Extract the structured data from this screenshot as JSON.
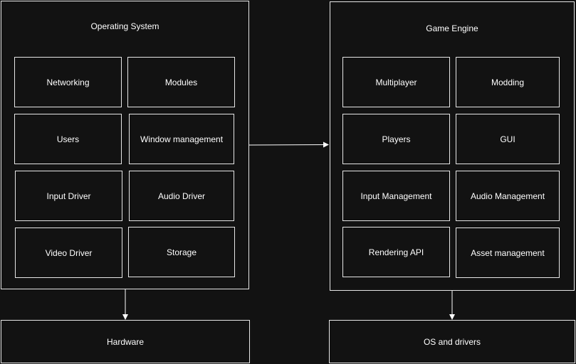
{
  "os": {
    "title": "Operating System",
    "modules": [
      "Networking",
      "Modules",
      "Users",
      "Window management",
      "Input Driver",
      "Audio Driver",
      "Video Driver",
      "Storage"
    ]
  },
  "engine": {
    "title": "Game Engine",
    "modules": [
      "Multiplayer",
      "Modding",
      "Players",
      "GUI",
      "Input Management",
      "Audio Management",
      "Rendering API",
      "Asset management"
    ]
  },
  "hardware": {
    "label": "Hardware"
  },
  "os_drivers": {
    "label": "OS and drivers"
  },
  "colors": {
    "background": "#121212",
    "stroke": "#e6e6e6",
    "text": "#ffffff"
  }
}
